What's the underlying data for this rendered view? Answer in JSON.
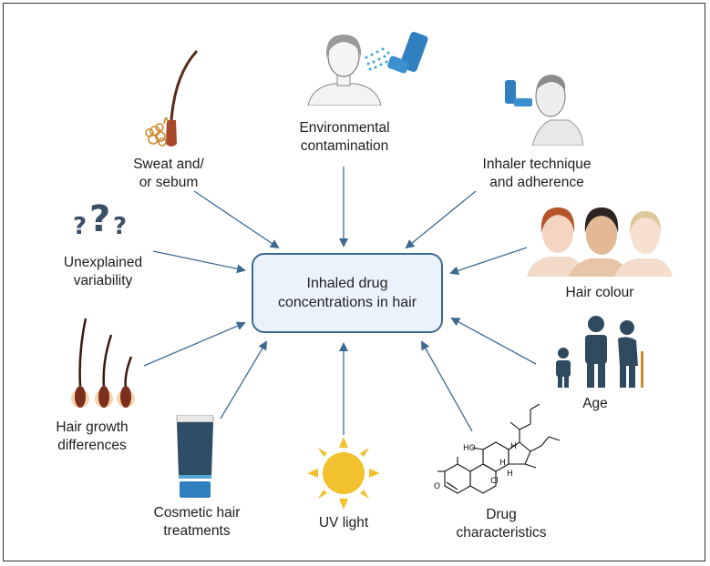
{
  "center": {
    "line1": "Inhaled drug",
    "line2": "concentrations in hair"
  },
  "factors": {
    "environmental": {
      "line1": "Environmental",
      "line2": "contamination"
    },
    "sweat": {
      "line1": "Sweat and/",
      "line2": "or sebum"
    },
    "inhaler": {
      "line1": "Inhaler technique",
      "line2": "and adherence"
    },
    "unexplained": {
      "line1": "Unexplained",
      "line2": "variability"
    },
    "hair_colour": {
      "line1": "Hair colour"
    },
    "age": {
      "line1": "Age"
    },
    "hair_growth": {
      "line1": "Hair growth",
      "line2": "differences"
    },
    "cosmetic": {
      "line1": "Cosmetic hair",
      "line2": "treatments"
    },
    "uv": {
      "line1": "UV light"
    },
    "drug": {
      "line1": "Drug",
      "line2": "characteristics"
    }
  },
  "molecule_labels": {
    "ho": "HO",
    "cl": "Cl",
    "h1": "H",
    "h2": "H",
    "h3": "H",
    "o": "O"
  },
  "colors": {
    "arrow": "#3d6a91",
    "center_fill": "#eaf3fb",
    "icon_navy": "#2f4a5f",
    "sun": "#f2c12e",
    "tube": "#2d4e66"
  }
}
